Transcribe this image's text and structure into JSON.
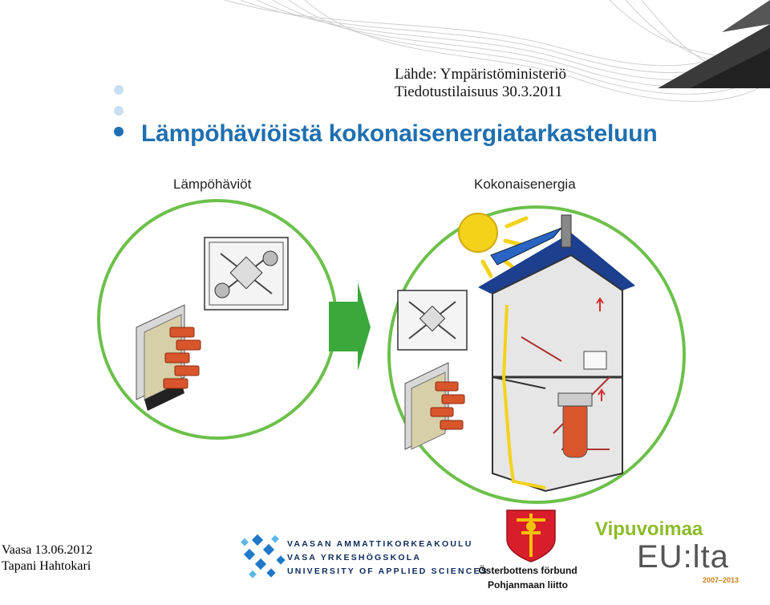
{
  "source": {
    "line1": "Lähde: Ympäristöministeriö",
    "line2": "Tiedotustilaisuus 30.3.2011"
  },
  "slide": {
    "title": "Lämpöhäviöistä kokonaisenergiatarkasteluun",
    "left_label": "Lämpöhäviöt",
    "right_label": "Kokonaisenergia"
  },
  "footer": {
    "date": "Vaasa 13.06.2012",
    "author": "Tapani Hahtokari",
    "vamk_line1": "VAASAN AMMATTIKORKEAKOULU",
    "vamk_line2": "VASA YRKESHÖGSKOLA",
    "vamk_line3": "UNIVERSITY OF APPLIED SCIENCES",
    "forbund_line1": "Österbottens förbund",
    "forbund_line2": "Pohjanmaan liitto",
    "vipu_line1": "Vipuvoimaa",
    "vipu_line2": "EU:lta",
    "vipu_years": "2007–2013"
  },
  "colors": {
    "title_blue": "#1f6fb0",
    "circle_green": "#6cc04a",
    "arrow_green": "#3aa83a",
    "brick": "#d9552b",
    "roof_blue": "#1c3f8f",
    "sun": "#f3d21a",
    "vipu_green": "#8cbb2a",
    "vamk_blue": "#0d2a5c"
  }
}
